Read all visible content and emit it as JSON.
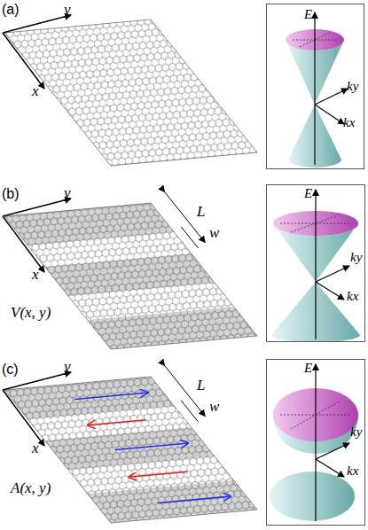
{
  "diagram": {
    "nodes": [
      {
        "text": [
          "E",
          "ky",
          "kx"
        ]
      },
      {
        "text": [
          "E",
          "ky",
          "kx"
        ]
      },
      {
        "text": [
          "E",
          "ky",
          "kx"
        ]
      }
    ],
    "labels": [
      "(a)",
      "y",
      "x",
      "(b)",
      "y",
      "L",
      "w",
      "x",
      "V(x, y)",
      "(c)",
      "y",
      "L",
      "w",
      "x",
      "A(x, y)"
    ]
  }
}
